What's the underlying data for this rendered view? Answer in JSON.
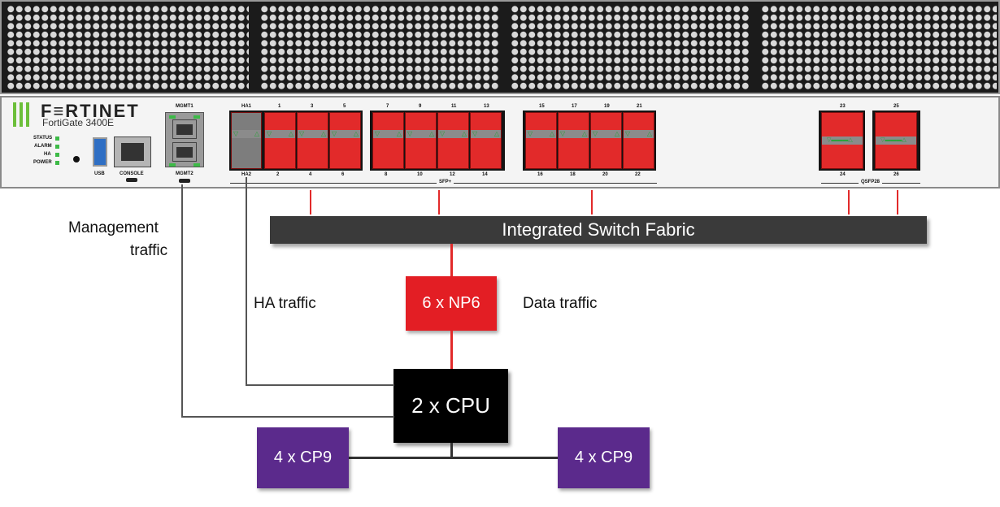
{
  "device": {
    "brand": "F≡RTINET",
    "model": "FortiGate 3400E",
    "leds": [
      "STATUS",
      "ALARM",
      "HA",
      "POWER"
    ],
    "usb_label": "USB",
    "console_label": "CONSOLE",
    "mgmt1_label": "MGMT1",
    "mgmt2_label": "MGMT2",
    "ha1_label": "HA1",
    "ha2_label": "HA2",
    "sfp_label": "SFP+",
    "qsfp_label": "QSFP28",
    "top_ports": [
      "1",
      "3",
      "5",
      "7",
      "9",
      "11",
      "13",
      "15",
      "17",
      "19",
      "21"
    ],
    "bottom_ports": [
      "2",
      "4",
      "6",
      "8",
      "10",
      "12",
      "14",
      "16",
      "18",
      "20",
      "22"
    ],
    "qsfp_top": [
      "23",
      "25"
    ],
    "qsfp_bottom": [
      "24",
      "26"
    ],
    "colors": {
      "port": "#e22a2a",
      "led": "#3dba47",
      "logo_bars": "#6cbf3a"
    }
  },
  "diagram": {
    "switch_fabric": "Integrated Switch Fabric",
    "np6": "6 x NP6",
    "cpu": "2 x CPU",
    "cp9_left": "4 x CP9",
    "cp9_right": "4 x CP9",
    "mgmt_traffic_line1": "Management",
    "mgmt_traffic_line2": "traffic",
    "ha_traffic": "HA traffic",
    "data_traffic": "Data traffic",
    "colors": {
      "fabric": "#3a3a3a",
      "np6": "#e31e24",
      "cpu": "#000000",
      "cp9": "#5b2a8c",
      "link": "#e22a2a"
    }
  }
}
